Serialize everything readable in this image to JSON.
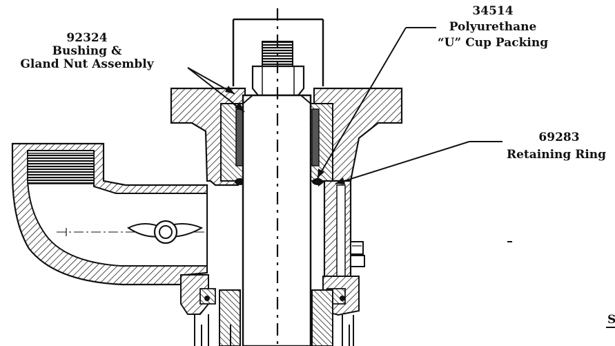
{
  "callouts": [
    {
      "id": "bushing",
      "part_number": "92324",
      "desc_line1": "Bushing &",
      "desc_line2": "Gland Nut Assembly"
    },
    {
      "id": "packing",
      "part_number": "34514",
      "desc_line1": "Polyurethane",
      "desc_line2": "“U” Cup Packing"
    },
    {
      "id": "ring",
      "part_number": "69283",
      "desc_line1": "Retaining Ring"
    }
  ],
  "corner_fragment": "S",
  "colors": {
    "ink": "#111111",
    "hatch": "#333333",
    "paper": "#ffffff"
  }
}
